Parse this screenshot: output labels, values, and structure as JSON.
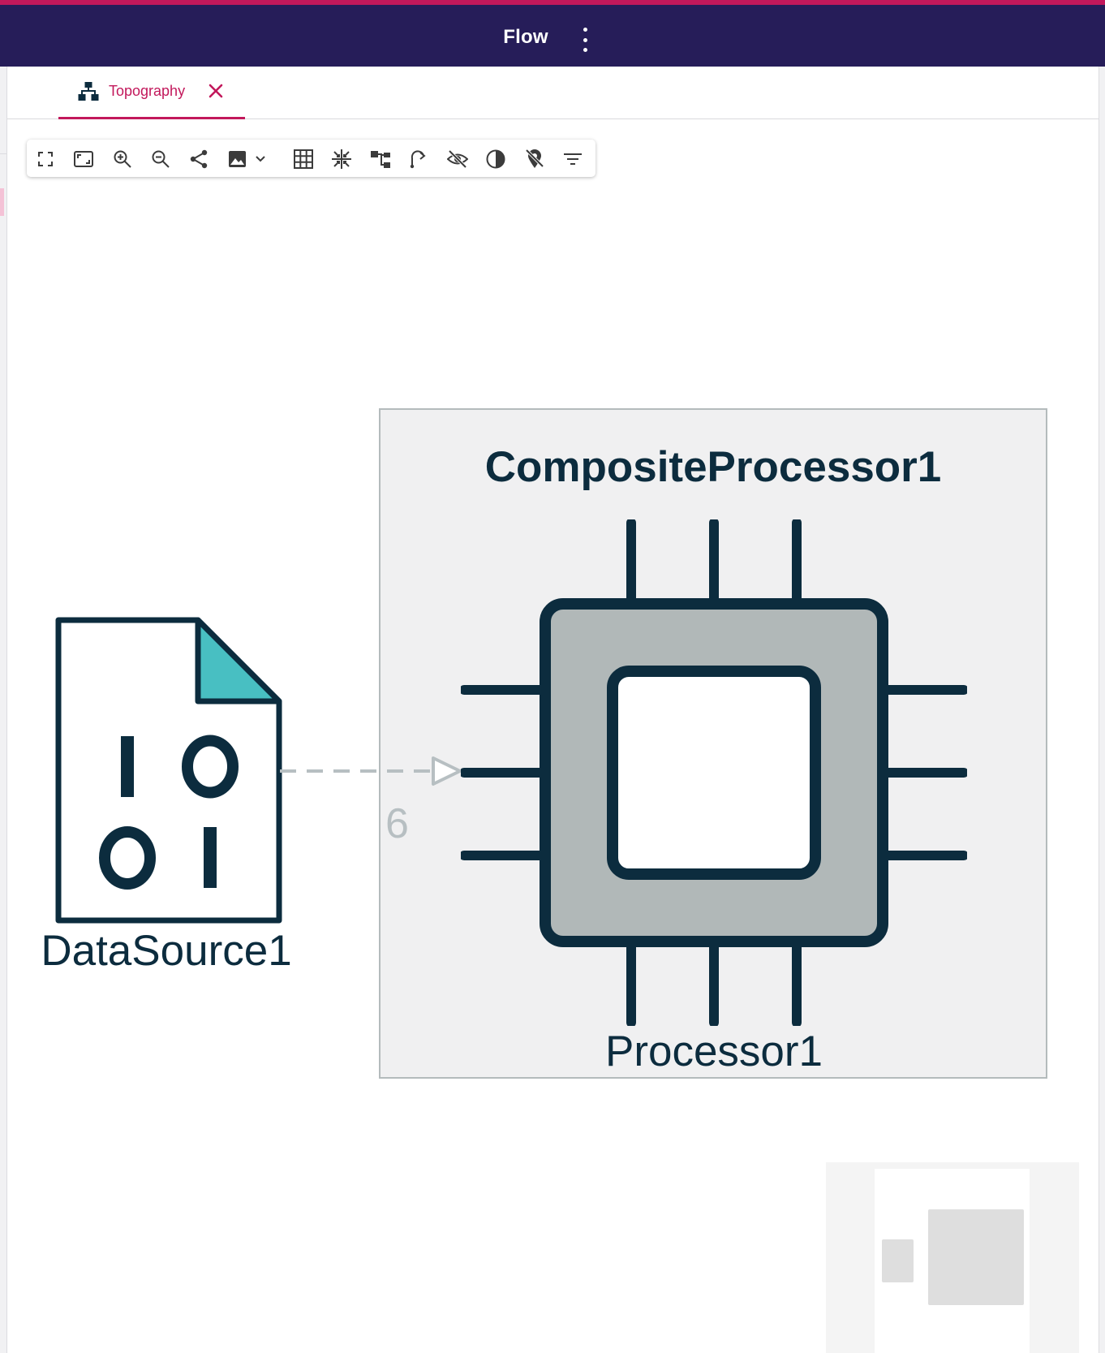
{
  "app": {
    "title": "Flow"
  },
  "tabs": [
    {
      "label": "Topography",
      "active": true
    }
  ],
  "toolbar": {
    "tools": [
      "fit-screen-icon",
      "fit-selection-icon",
      "zoom-in-icon",
      "zoom-out-icon",
      "share-icon",
      "export-image-icon",
      "grid-icon",
      "collapse-icon",
      "hierarchy-layout-icon",
      "redo-route-icon",
      "hide-icon",
      "contrast-icon",
      "unpin-icon",
      "filter-icon"
    ]
  },
  "graph": {
    "composite": {
      "label": "CompositeProcessor1"
    },
    "nodes": [
      {
        "id": "datasource",
        "label": "DataSource1",
        "icon": "binary-file-icon"
      },
      {
        "id": "processor",
        "label": "Processor1",
        "icon": "processor-chip-icon"
      }
    ],
    "edges": [
      {
        "from": "DataSource1",
        "to": "Processor1",
        "label": "6",
        "style": "dashed"
      }
    ]
  },
  "colors": {
    "header_bg": "#261d59",
    "accent": "#c2185b",
    "node_dark": "#0c2c3e",
    "file_corner": "#48bfc2",
    "chip_body": "#b1b8b8",
    "edge": "#b7bfc2"
  }
}
